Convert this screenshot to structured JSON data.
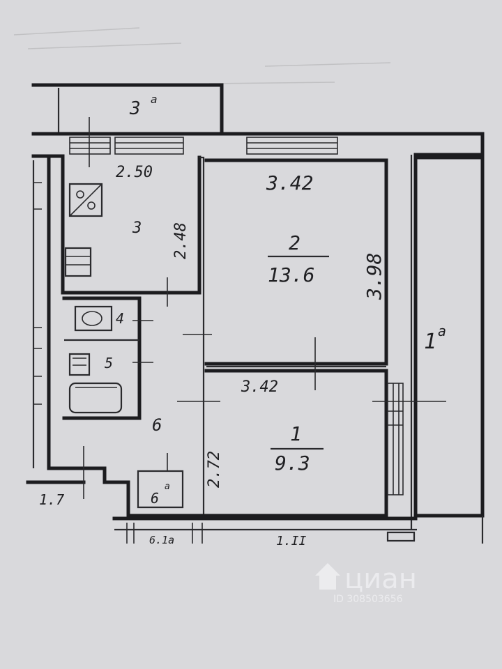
{
  "rooms": {
    "balcony": {
      "number": "3",
      "superscript": "a"
    },
    "kitchen": {
      "number": "3",
      "width": "2.50",
      "depth": "2.48"
    },
    "bedroom": {
      "number": "2",
      "area": "13.6",
      "width": "3.42",
      "depth": "3.98"
    },
    "living": {
      "number": "1",
      "area": "9.3",
      "width": "3.42",
      "depth": "2.72"
    },
    "toilet": {
      "number": "4"
    },
    "bathroom": {
      "number": "5"
    },
    "hall": {
      "number": "6"
    },
    "closet": {
      "number": "6",
      "superscript": "a"
    },
    "stair": {
      "label": "1",
      "superscript": "a"
    }
  },
  "annotations": {
    "bottom_left": "1.7",
    "bottom_closet": "6.1a",
    "bottom_right": "1.II"
  },
  "watermark": {
    "brand": "циан",
    "id_text": "ID 308503656"
  }
}
